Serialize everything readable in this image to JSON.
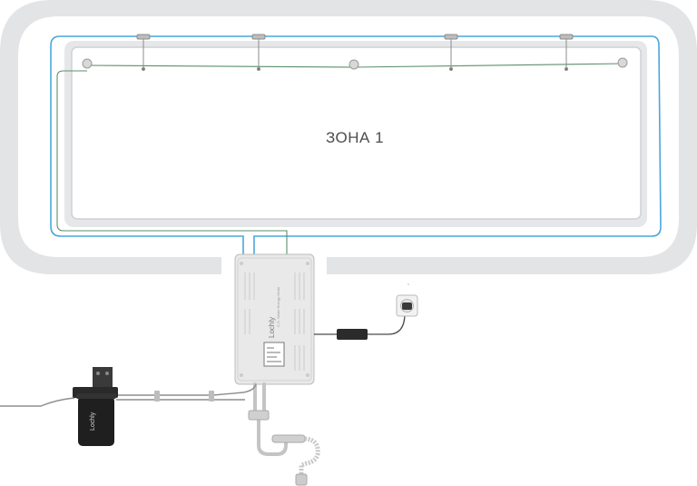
{
  "zone": {
    "label": "ЗОНА 1"
  },
  "unit": {
    "brand": "Lochly",
    "model": "C.S. Water Energy Mode"
  },
  "filter": {
    "brand": "Lochly"
  },
  "colors": {
    "frame": "#e3e4e6",
    "frame_border": "#d4d5d8",
    "pipe_blue": "#4aa6dc",
    "pipe_green": "#5c8f6b",
    "unit_body": "#e9e9e9",
    "filter_body": "#1f1f1f"
  }
}
